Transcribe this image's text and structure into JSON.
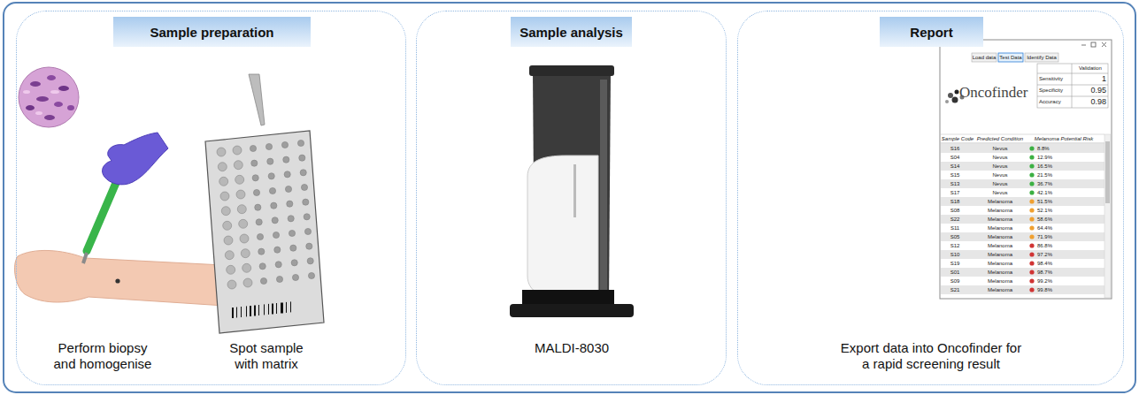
{
  "diagram": {
    "nodes": [
      {
        "text": [
          "Perform biopsy and homogenise",
          "Spot sample with matrix"
        ]
      },
      {
        "text": [
          "Sample preparation"
        ],
        "in": 0
      },
      {
        "text": [
          "MALDI-8030"
        ]
      },
      {
        "text": [
          "Sample analysis"
        ],
        "in": 2
      },
      {
        "text": [
          "Export data into Oncofinder for a rapid screening result"
        ]
      },
      {
        "text": [
          "Report"
        ],
        "in": 4
      }
    ],
    "labels": [
      "Oncofinder",
      "Load data",
      "Test Data",
      "Identify Data",
      "Validation",
      "Sensitivity",
      "1",
      "Specificity",
      "0.95",
      "Accuracy",
      "0.98",
      "Sample Code",
      "Predicted Condition",
      "Melanoma Potential Risk",
      "S16",
      "Nevus",
      "8.8%",
      "S04",
      "Nevus",
      "12.9%",
      "S14",
      "Nevus",
      "16.5%",
      "S15",
      "Nevus",
      "21.5%",
      "S13",
      "Nevus",
      "36.7%",
      "S17",
      "Nevus",
      "42.1%",
      "S18",
      "Melanoma",
      "51.5%",
      "S08",
      "Melanoma",
      "52.1%",
      "S22",
      "Melanoma",
      "58.6%",
      "S11",
      "Melanoma",
      "64.4%",
      "S05",
      "Melanoma",
      "71.9%",
      "S12",
      "Melanoma",
      "86.8%",
      "S10",
      "Melanoma",
      "97.2%",
      "S19",
      "Melanoma",
      "98.4%",
      "S01",
      "Melanoma",
      "98.7%",
      "S09",
      "Melanoma",
      "99.2%",
      "S21",
      "Melanoma",
      "99.8%"
    ]
  }
}
